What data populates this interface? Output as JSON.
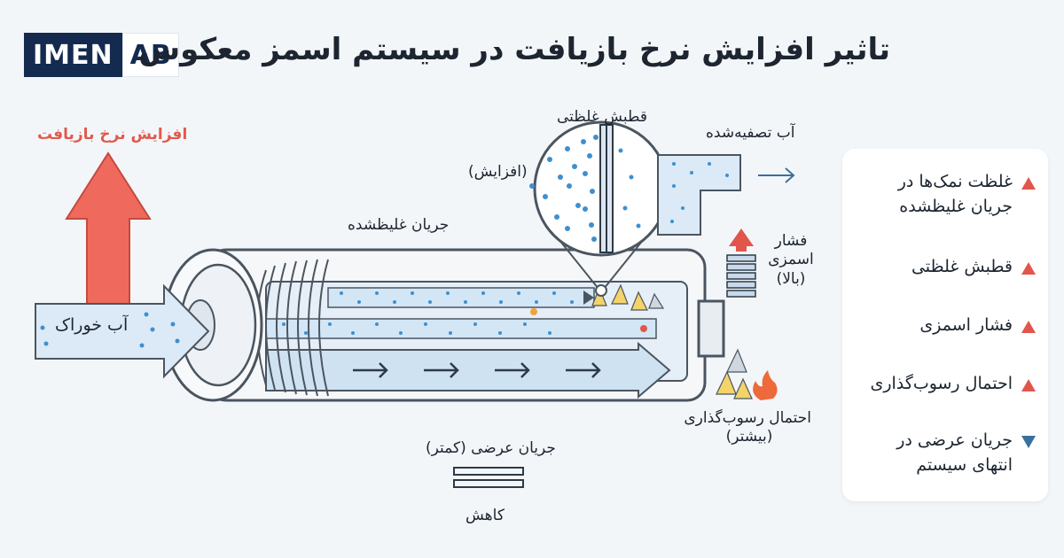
{
  "brand": {
    "part1": "IMEN",
    "part2": "AB"
  },
  "title": "تاثیر افزایش نرخ بازیافت در سیستم اسمز معکوس",
  "diagram": {
    "recovery_increase": "افزایش نرخ بازیافت",
    "feed_water": "آب خوراک",
    "concentrate_stream": "جریان غلیظشده",
    "polarization_title": "قطبش غلظتی",
    "polarization_increase": "(افزایش)",
    "permeate_water": "آب تصفیه‌شده",
    "osmotic_pressure": [
      "فشار",
      "اسمزی",
      "(بالا)"
    ],
    "scaling": [
      "احتمال رسوب‌گذاری",
      "(بیشتر)"
    ],
    "crossflow": "جریان عرضی (کمتر)",
    "decrease": "کاهش"
  },
  "legend": [
    {
      "text": "غلظت نمک‌ها در جریان غلیظشده",
      "direction": "up"
    },
    {
      "text": "قطبش غلظتی",
      "direction": "up"
    },
    {
      "text": "فشار اسمزی",
      "direction": "up"
    },
    {
      "text": "احتمال رسوب‌گذاری",
      "direction": "up"
    },
    {
      "text": "جریان عرضی در انتهای سیستم",
      "direction": "down"
    }
  ],
  "colors": {
    "up": "#e2554b",
    "down": "#3a6f9e",
    "water": "#dbeaf6",
    "dots": "#3f8fcf"
  }
}
